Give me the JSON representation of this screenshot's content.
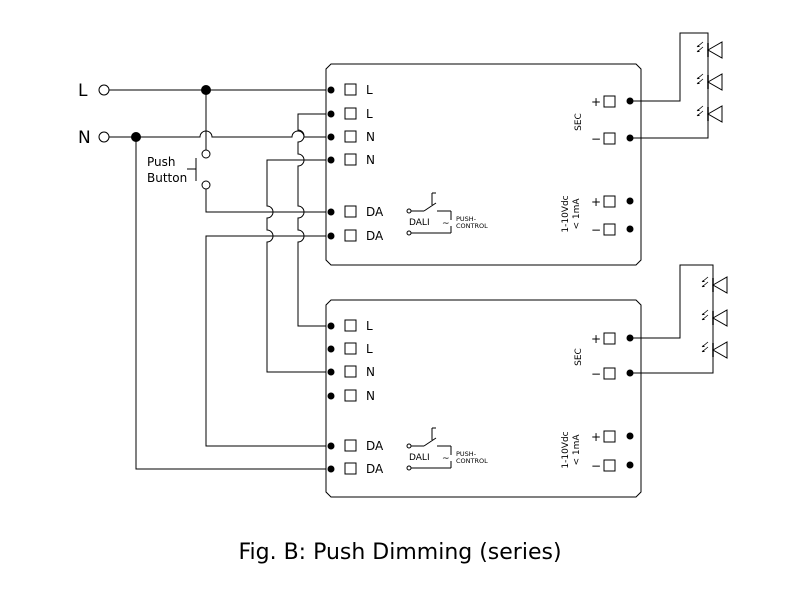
{
  "inputs": {
    "line_label": "L",
    "neutral_label": "N"
  },
  "push_button": {
    "line1": "Push",
    "line2": "Button"
  },
  "driver_top": {
    "terminals": [
      "L",
      "L",
      "N",
      "N",
      "DA",
      "DA"
    ],
    "dali_label": "DALI",
    "tilde": "~",
    "push_control_line1": "PUSH-",
    "push_control_line2": "CONTROL",
    "sec_label": "SEC",
    "dim_label_line1": "1-10Vdc",
    "dim_label_line2": "< 1mA",
    "plus": "+",
    "minus": "−"
  },
  "driver_bottom": {
    "terminals": [
      "L",
      "L",
      "N",
      "N",
      "DA",
      "DA"
    ],
    "dali_label": "DALI",
    "tilde": "~",
    "push_control_line1": "PUSH-",
    "push_control_line2": "CONTROL",
    "sec_label": "SEC",
    "dim_label_line1": "1-10Vdc",
    "dim_label_line2": "< 1mA",
    "plus": "+",
    "minus": "−"
  },
  "caption": "Fig. B: Push Dimming (series)"
}
